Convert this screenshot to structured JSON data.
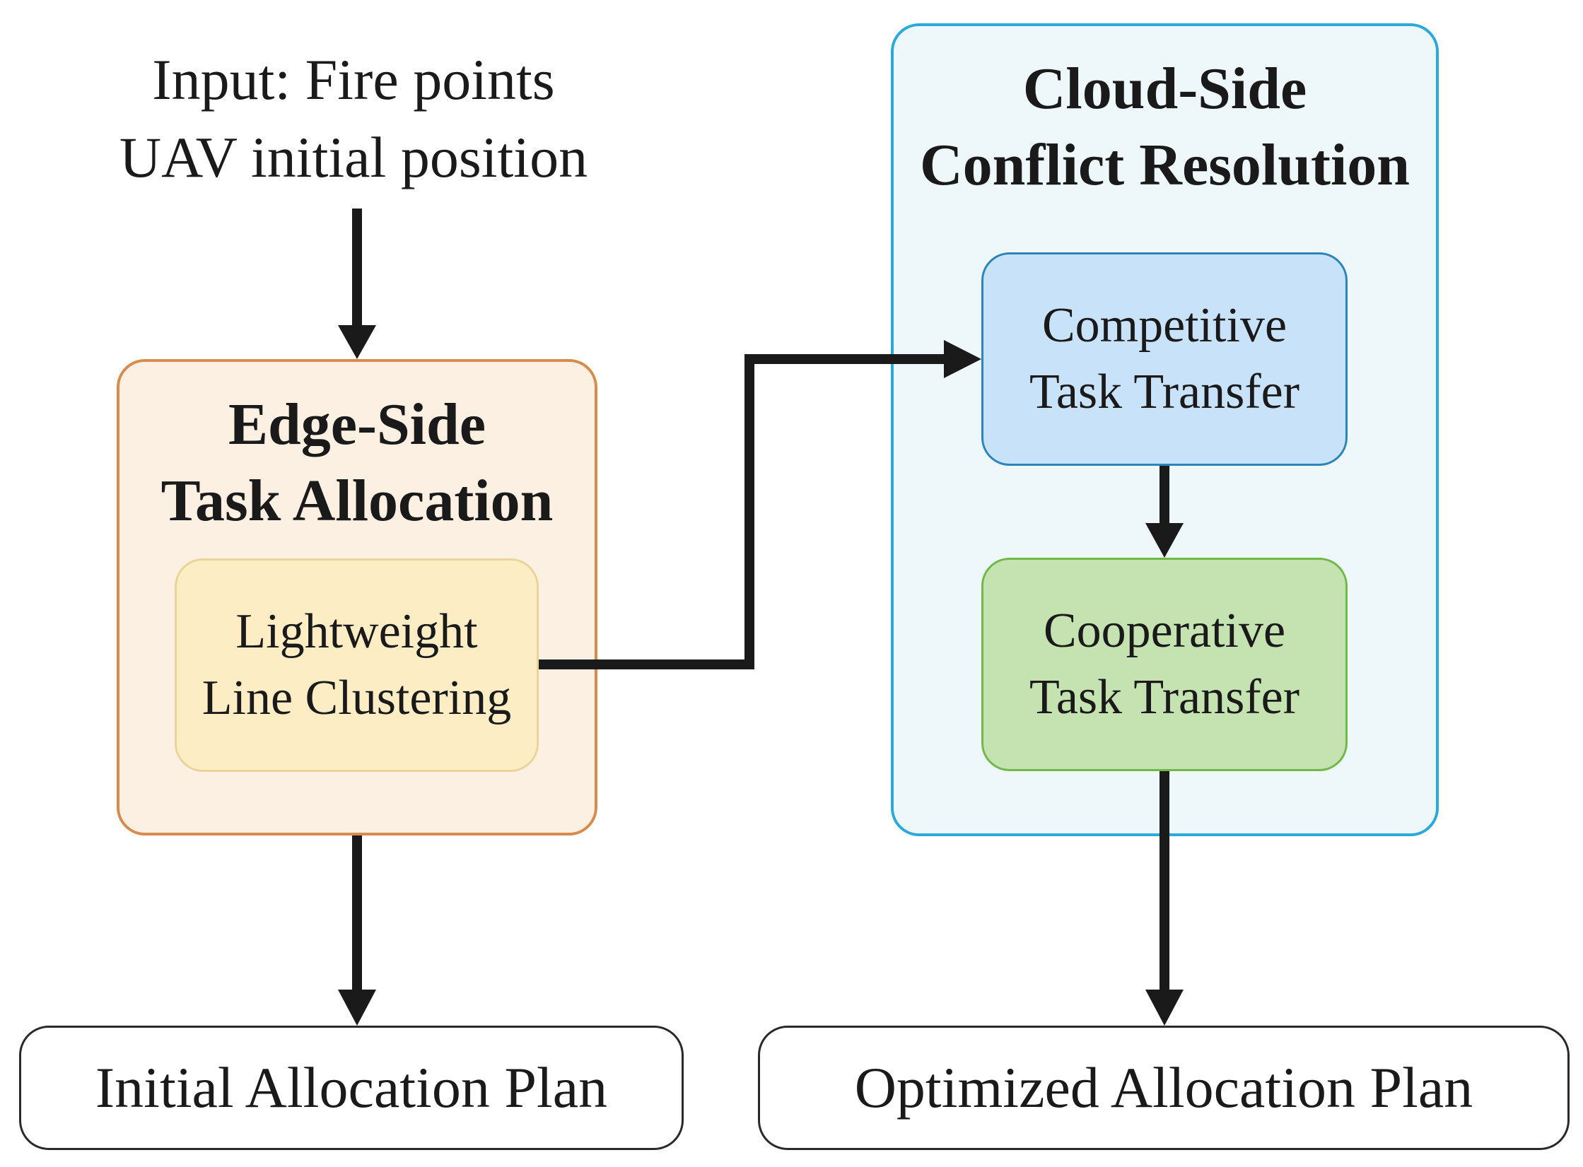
{
  "input": {
    "line1": "Input: Fire points",
    "line2": "UAV initial position"
  },
  "edge_side": {
    "title_line1": "Edge-Side",
    "title_line2": "Task Allocation",
    "clustering_line1": "Lightweight",
    "clustering_line2": "Line Clustering"
  },
  "cloud_side": {
    "title_line1": "Cloud-Side",
    "title_line2": "Conflict Resolution",
    "competitive_line1": "Competitive",
    "competitive_line2": "Task Transfer",
    "cooperative_line1": "Cooperative",
    "cooperative_line2": "Task Transfer"
  },
  "outputs": {
    "initial": "Initial Allocation Plan",
    "optimized": "Optimized Allocation Plan"
  },
  "colors": {
    "edge_fill": "#fcf0e3",
    "edge_border": "#d68c4e",
    "clustering_fill": "#fdedc5",
    "cloud_fill": "#eef8fb",
    "cloud_border": "#2ba9d8",
    "competitive_fill": "#c8e2fa",
    "cooperative_fill": "#c5e3b1",
    "arrow": "#1a1a1a"
  }
}
